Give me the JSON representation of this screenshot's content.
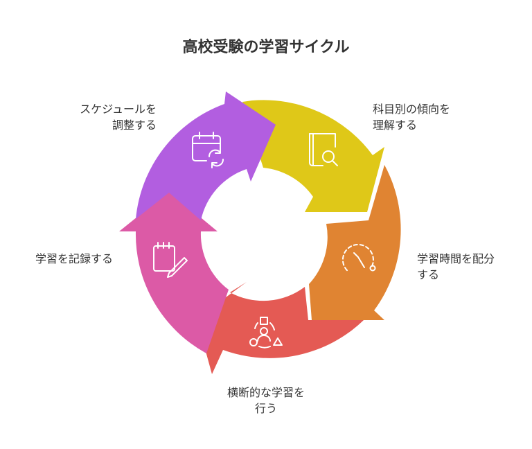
{
  "title": "高校受験の学習サイクル",
  "steps": [
    {
      "id": "understand",
      "lines": [
        "科目別の傾向を",
        "理解する"
      ],
      "color": "#dfc818",
      "icon": "book-search-icon"
    },
    {
      "id": "allocate",
      "lines": [
        "学習時間を配分",
        "する"
      ],
      "color": "#e08432",
      "icon": "clock-icon"
    },
    {
      "id": "cross",
      "lines": [
        "横断的な学習を",
        "行う"
      ],
      "color": "#e45a54",
      "icon": "shapes-person-icon"
    },
    {
      "id": "record",
      "lines": [
        "学習を記録する"
      ],
      "color": "#dc5aa6",
      "icon": "notepad-pencil-icon"
    },
    {
      "id": "schedule",
      "lines": [
        "スケジュールを",
        "調整する"
      ],
      "color": "#b25ee0",
      "icon": "calendar-refresh-icon"
    }
  ]
}
